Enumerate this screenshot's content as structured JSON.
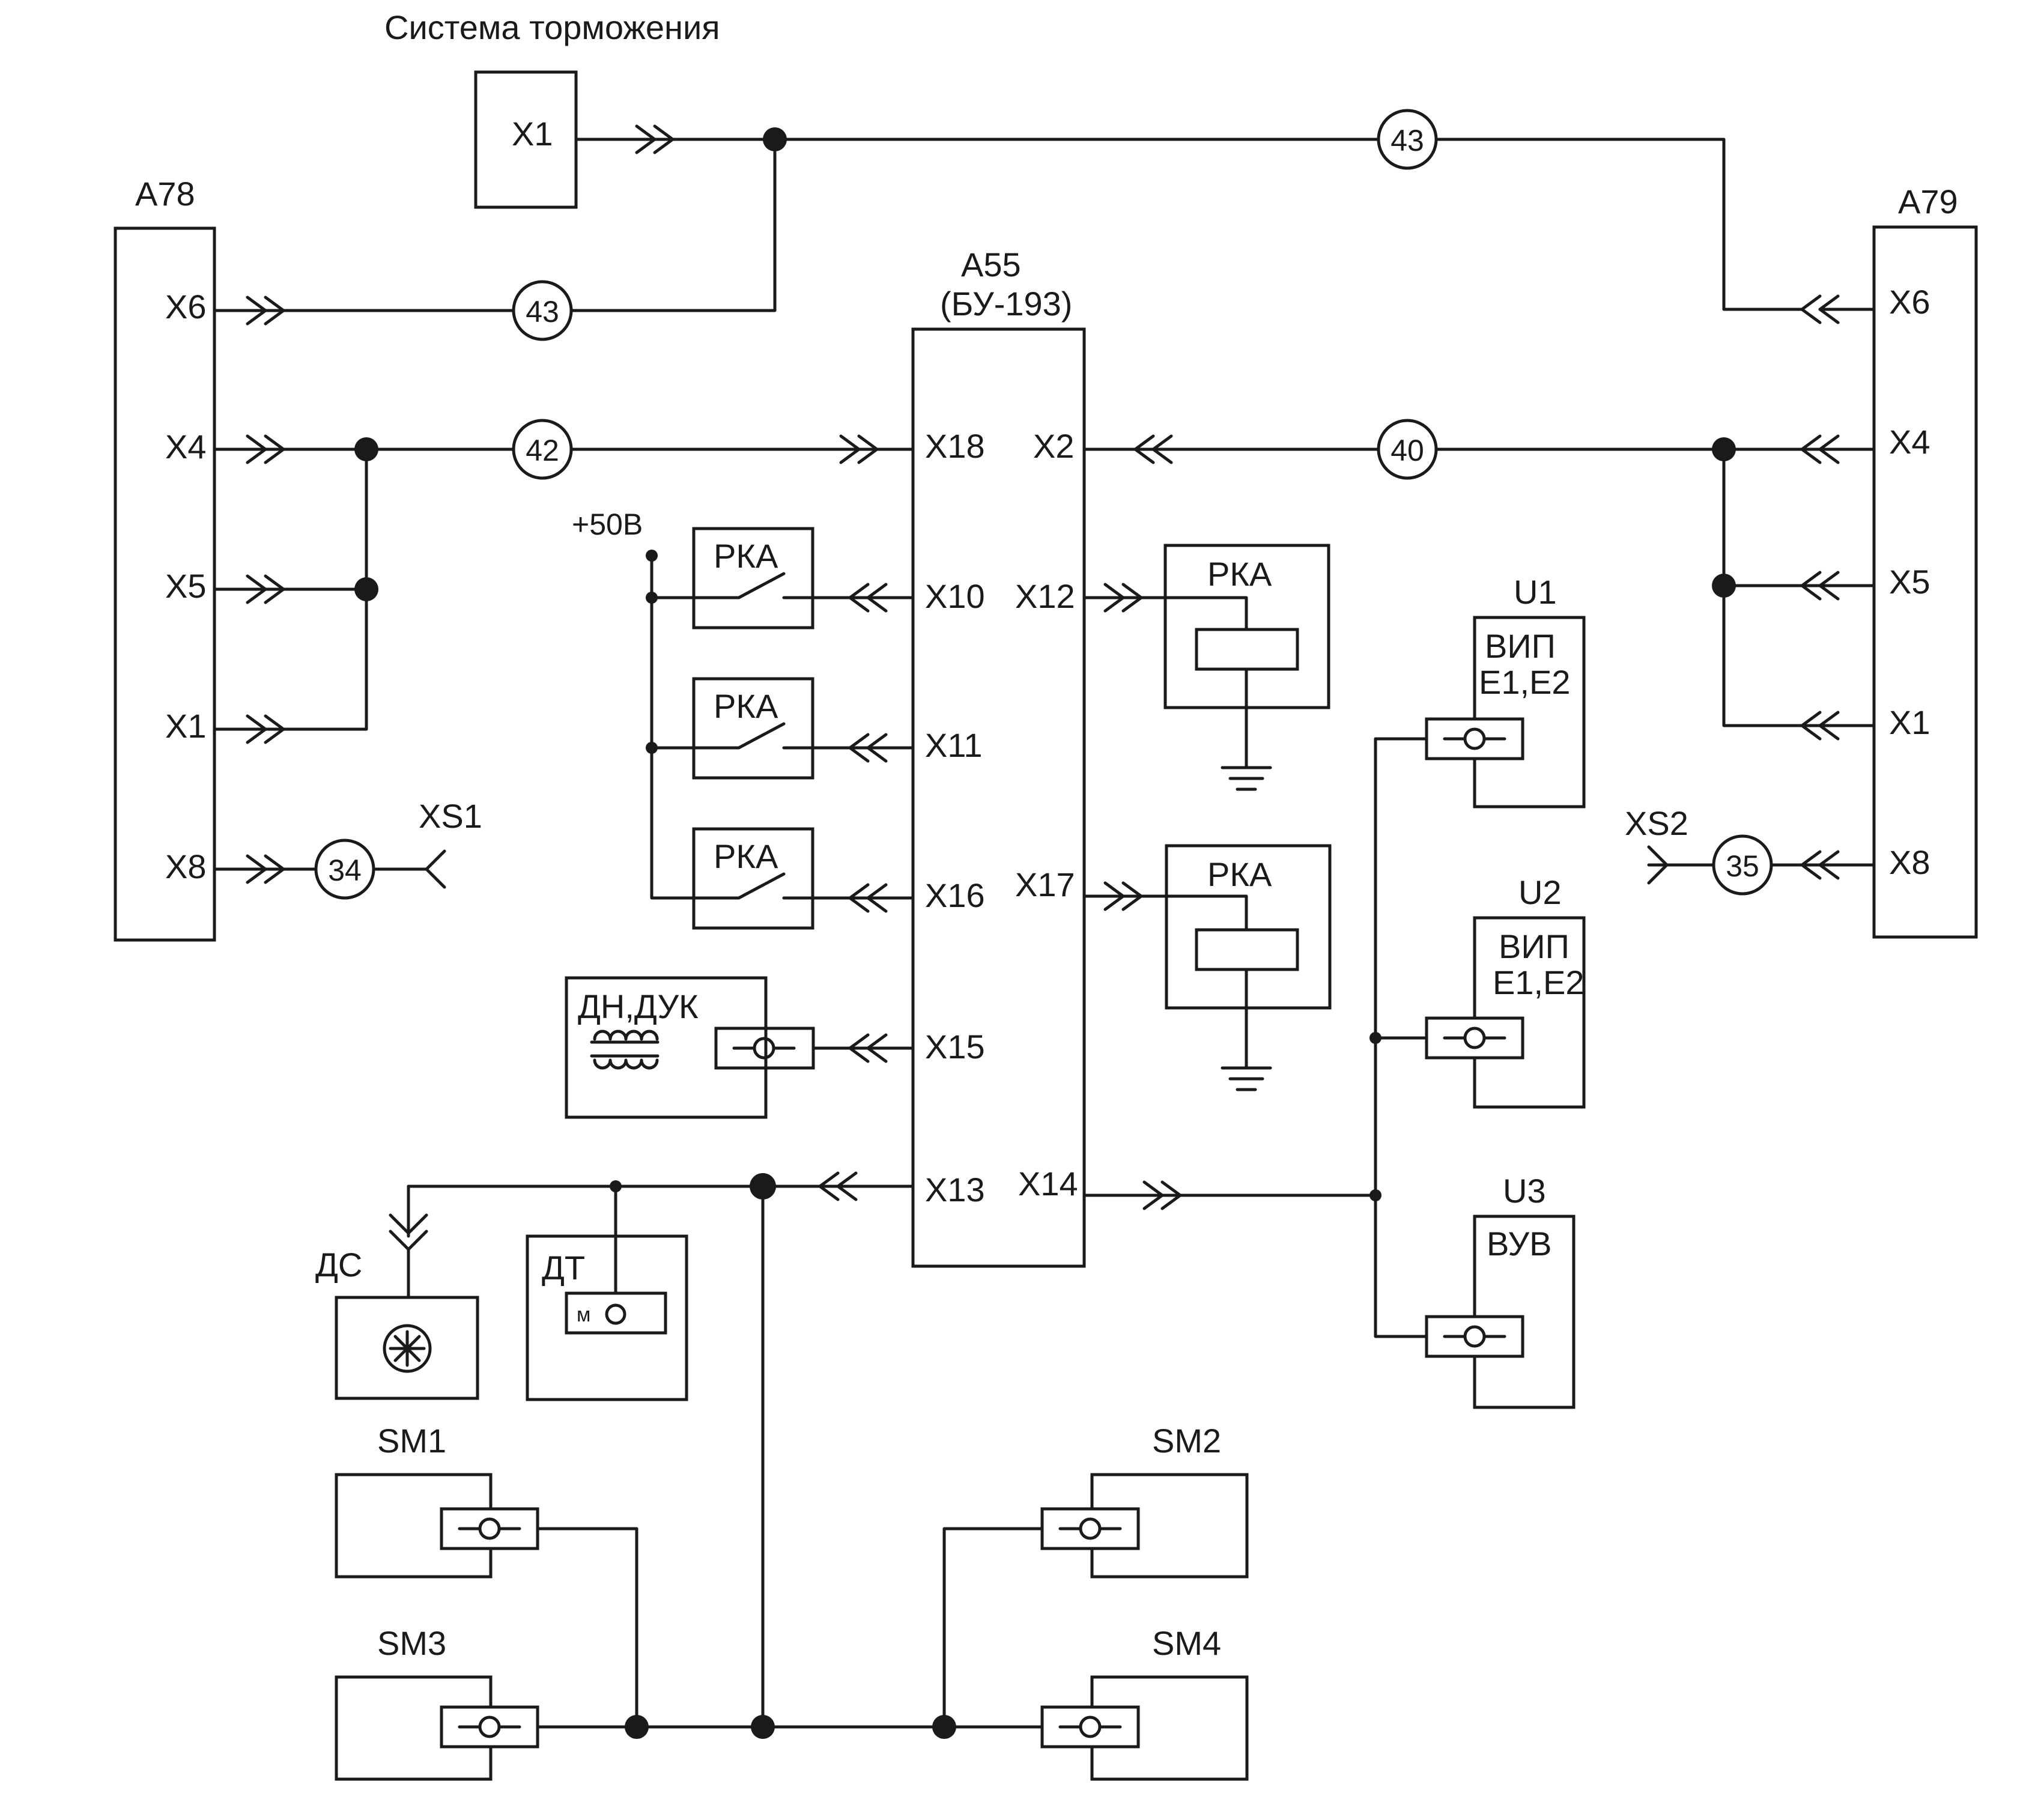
{
  "title": "Система торможения",
  "blocks": {
    "brake": {
      "pin": "X1"
    },
    "a78": {
      "name": "A78",
      "pins": [
        "X6",
        "X4",
        "X5",
        "X1",
        "X8"
      ]
    },
    "a79": {
      "name": "A79",
      "pins": [
        "X6",
        "X4",
        "X5",
        "X1",
        "X8"
      ]
    },
    "a55": {
      "name": "A55",
      "subname": "(БУ-193)",
      "left_pins": [
        "X18",
        "X10",
        "X11",
        "X16",
        "X15",
        "X13"
      ],
      "right_pins": [
        "X2",
        "X12",
        "X17",
        "X14"
      ]
    }
  },
  "wires": [
    "43",
    "43",
    "42",
    "40",
    "34",
    "35"
  ],
  "sockets": [
    "XS1",
    "XS2"
  ],
  "supply": "+50В",
  "relay_label": "РКА",
  "sensors": {
    "dn": "ДН,ДУК",
    "ds": "ДС",
    "dt": "ДТ",
    "dt_m": "м"
  },
  "units": [
    {
      "name": "U1",
      "type": "ВИП",
      "inputs": "Е1,Е2"
    },
    {
      "name": "U2",
      "type": "ВИП",
      "inputs": "Е1,Е2"
    },
    {
      "name": "U3",
      "type": "ВУВ"
    }
  ],
  "motors": [
    "SM1",
    "SM2",
    "SM3",
    "SM4"
  ]
}
